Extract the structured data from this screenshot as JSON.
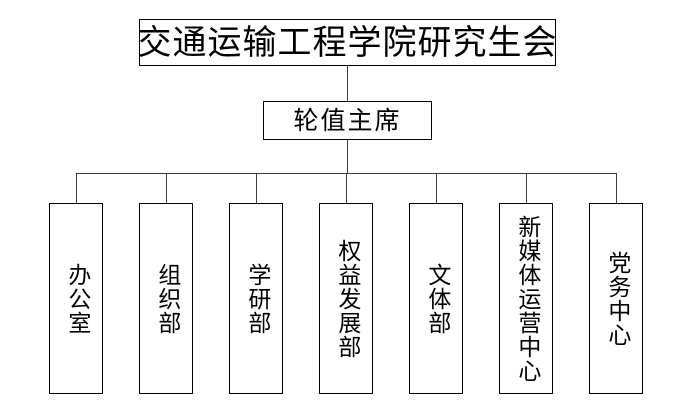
{
  "chart_data": {
    "type": "diagram",
    "diagram_type": "organization-chart",
    "title": "交通运输工程学院研究生会",
    "orientation": "top-down",
    "levels": 3,
    "nodes": [
      {
        "id": "root",
        "label": "交通运输工程学院研究生会",
        "level": 0,
        "text_direction": "horizontal"
      },
      {
        "id": "chair",
        "label": "轮值主席",
        "level": 1,
        "text_direction": "horizontal"
      },
      {
        "id": "d1",
        "label": "办公室",
        "level": 2,
        "text_direction": "vertical"
      },
      {
        "id": "d2",
        "label": "组织部",
        "level": 2,
        "text_direction": "vertical"
      },
      {
        "id": "d3",
        "label": "学研部",
        "level": 2,
        "text_direction": "vertical"
      },
      {
        "id": "d4",
        "label": "权益发展部",
        "level": 2,
        "text_direction": "vertical"
      },
      {
        "id": "d5",
        "label": "文体部",
        "level": 2,
        "text_direction": "vertical"
      },
      {
        "id": "d6",
        "label": "新媒体运营中心",
        "level": 2,
        "text_direction": "vertical"
      },
      {
        "id": "d7",
        "label": "党务中心",
        "level": 2,
        "text_direction": "vertical"
      }
    ],
    "edges": [
      {
        "from": "root",
        "to": "chair"
      },
      {
        "from": "chair",
        "to": "d1"
      },
      {
        "from": "chair",
        "to": "d2"
      },
      {
        "from": "chair",
        "to": "d3"
      },
      {
        "from": "chair",
        "to": "d4"
      },
      {
        "from": "chair",
        "to": "d5"
      },
      {
        "from": "chair",
        "to": "d6"
      },
      {
        "from": "chair",
        "to": "d7"
      }
    ],
    "colors": {
      "background": "#ffffff",
      "box_border": "#000000",
      "connector": "#3a3a3a",
      "text": "#000000"
    }
  },
  "root": {
    "label": "交通运输工程学院研究生会"
  },
  "chair": {
    "label": "轮值主席"
  },
  "departments": [
    {
      "label": "办公室"
    },
    {
      "label": "组织部"
    },
    {
      "label": "学研部"
    },
    {
      "label": "权益发展部"
    },
    {
      "label": "文体部"
    },
    {
      "label": "新媒体运营中心"
    },
    {
      "label": "党务中心"
    }
  ]
}
